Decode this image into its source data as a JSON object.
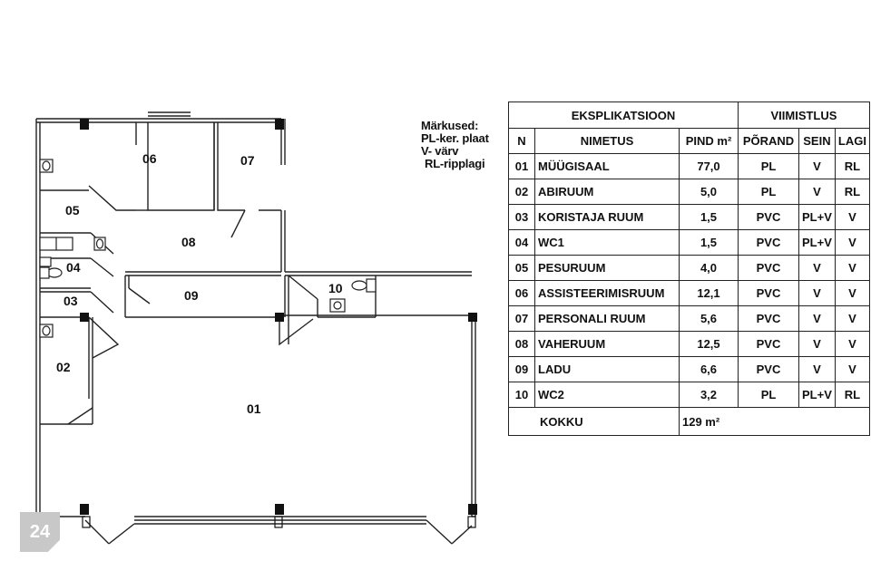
{
  "legend": {
    "title": "Märkused:",
    "items": [
      "PL-ker. plaat",
      "V- värv",
      "RL-ripplagi"
    ]
  },
  "table": {
    "group_headers": {
      "explication": "EKSPLIKATSIOON",
      "finish": "VIIMISTLUS"
    },
    "columns": {
      "n": "N",
      "name": "NIMETUS",
      "area": "PIND m²",
      "floor": "PÕRAND",
      "wall": "SEIN",
      "ceiling": "LAGI"
    },
    "rows": [
      {
        "n": "01",
        "name": "MÜÜGISAAL",
        "area": "77,0",
        "floor": "PL",
        "wall": "V",
        "ceiling": "RL"
      },
      {
        "n": "02",
        "name": "ABIRUUM",
        "area": "5,0",
        "floor": "PL",
        "wall": "V",
        "ceiling": "RL"
      },
      {
        "n": "03",
        "name": "KORISTAJA RUUM",
        "area": "1,5",
        "floor": "PVC",
        "wall": "PL+V",
        "ceiling": "V"
      },
      {
        "n": "04",
        "name": "WC1",
        "area": "1,5",
        "floor": "PVC",
        "wall": "PL+V",
        "ceiling": "V"
      },
      {
        "n": "05",
        "name": "PESURUUM",
        "area": "4,0",
        "floor": "PVC",
        "wall": "V",
        "ceiling": "V"
      },
      {
        "n": "06",
        "name": "ASSISTEERIMISRUUM",
        "area": "12,1",
        "floor": "PVC",
        "wall": "V",
        "ceiling": "V"
      },
      {
        "n": "07",
        "name": "PERSONALI RUUM",
        "area": "5,6",
        "floor": "PVC",
        "wall": "V",
        "ceiling": "V"
      },
      {
        "n": "08",
        "name": "VAHERUUM",
        "area": "12,5",
        "floor": "PVC",
        "wall": "V",
        "ceiling": "V"
      },
      {
        "n": "09",
        "name": "LADU",
        "area": "6,6",
        "floor": "PVC",
        "wall": "V",
        "ceiling": "V"
      },
      {
        "n": "10",
        "name": "WC2",
        "area": "3,2",
        "floor": "PL",
        "wall": "PL+V",
        "ceiling": "RL"
      }
    ],
    "total": {
      "label": "KOKKU",
      "value": "129 m²"
    }
  },
  "plan_labels": {
    "r01": "01",
    "r02": "02",
    "r03": "03",
    "r04": "04",
    "r05": "05",
    "r06": "06",
    "r07": "07",
    "r08": "08",
    "r09": "09",
    "r10": "10"
  },
  "badge": "24"
}
